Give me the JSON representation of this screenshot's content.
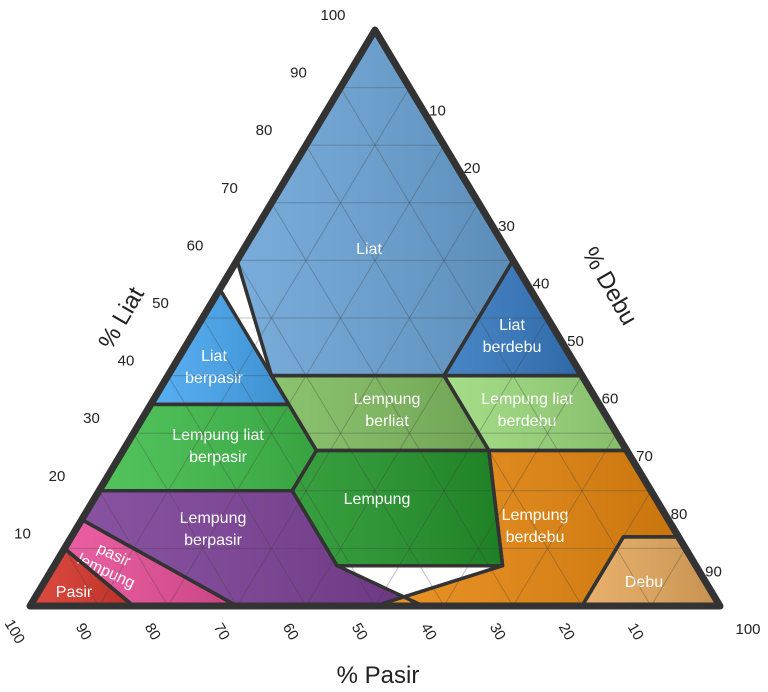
{
  "axes": {
    "clay_title": "% Liat",
    "silt_title": "% Debu",
    "sand_title": "% Pasir",
    "clay_ticks": [
      "10",
      "20",
      "30",
      "40",
      "50",
      "60",
      "70",
      "80",
      "90",
      "100"
    ],
    "silt_ticks": [
      "10",
      "20",
      "30",
      "40",
      "50",
      "60",
      "70",
      "80",
      "90",
      "100"
    ],
    "sand_ticks": [
      "100",
      "90",
      "80",
      "70",
      "60",
      "50",
      "40",
      "30",
      "20",
      "10"
    ]
  },
  "classes": [
    {
      "key": "liat",
      "lines": [
        "Liat"
      ],
      "color": "#6aa3d6",
      "points": [
        [
          0,
          100
        ],
        [
          0,
          60
        ],
        [
          20,
          40
        ],
        [
          45,
          40
        ],
        [
          40,
          60
        ]
      ]
    },
    {
      "key": "liat-berdebu",
      "lines": [
        "Liat",
        "berdebu"
      ],
      "color": "#3478c0",
      "points": [
        [
          0,
          60
        ],
        [
          0,
          40
        ],
        [
          20,
          40
        ]
      ]
    },
    {
      "key": "liat-berpasir",
      "lines": [
        "Liat",
        "berpasir"
      ],
      "color": "#45a6f0",
      "points": [
        [
          45,
          55
        ],
        [
          45,
          35
        ],
        [
          65,
          35
        ]
      ]
    },
    {
      "key": "lempung-berliat",
      "lines": [
        "Lempung",
        "berliat"
      ],
      "color": "#7fbc5f",
      "points": [
        [
          20,
          40
        ],
        [
          45,
          40
        ],
        [
          45,
          27
        ],
        [
          20,
          27
        ]
      ]
    },
    {
      "key": "lempung-liat-berdebu",
      "lines": [
        "Lempung liat",
        "berdebu"
      ],
      "color": "#9ad97a",
      "points": [
        [
          0,
          40
        ],
        [
          20,
          40
        ],
        [
          20,
          27
        ],
        [
          0,
          27
        ]
      ]
    },
    {
      "key": "lempung-liat-berpasir",
      "lines": [
        "Lempung liat",
        "berpasir"
      ],
      "color": "#3fbd4a",
      "points": [
        [
          45,
          35
        ],
        [
          65,
          35
        ],
        [
          80,
          20
        ],
        [
          52,
          20
        ],
        [
          45,
          27
        ]
      ]
    },
    {
      "key": "lempung",
      "lines": [
        "Lempung"
      ],
      "color": "#22952a",
      "points": [
        [
          45,
          27
        ],
        [
          20,
          27
        ],
        [
          28,
          7
        ],
        [
          52,
          7
        ],
        [
          52,
          20
        ]
      ]
    },
    {
      "key": "lempung-berpasir",
      "lines": [
        "Lempung",
        "berpasir"
      ],
      "color": "#7b3f96",
      "points": [
        [
          80,
          20
        ],
        [
          52,
          20
        ],
        [
          52,
          7
        ],
        [
          43,
          0
        ],
        [
          70,
          0
        ],
        [
          85,
          15
        ]
      ]
    },
    {
      "key": "lempung-berdebu",
      "lines": [
        "Lempung",
        "berdebu"
      ],
      "color": "#e8870e",
      "points": [
        [
          50,
          0
        ],
        [
          28,
          7
        ],
        [
          20,
          27
        ],
        [
          0,
          27
        ],
        [
          0,
          12
        ],
        [
          8,
          12
        ],
        [
          20,
          0
        ]
      ]
    },
    {
      "key": "debu",
      "lines": [
        "Debu"
      ],
      "color": "#e5a85c",
      "points": [
        [
          20,
          0
        ],
        [
          8,
          12
        ],
        [
          0,
          12
        ],
        [
          0,
          0
        ]
      ]
    },
    {
      "key": "pasir-lempung",
      "lines": [
        "pasir",
        "lempung"
      ],
      "color": "#e84d97",
      "points": [
        [
          85,
          15
        ],
        [
          70,
          0
        ],
        [
          85,
          0
        ],
        [
          90,
          10
        ]
      ]
    },
    {
      "key": "pasir",
      "lines": [
        "Pasir"
      ],
      "color": "#d8362b",
      "points": [
        [
          85,
          0
        ],
        [
          90,
          10
        ],
        [
          100,
          0
        ]
      ]
    }
  ]
}
